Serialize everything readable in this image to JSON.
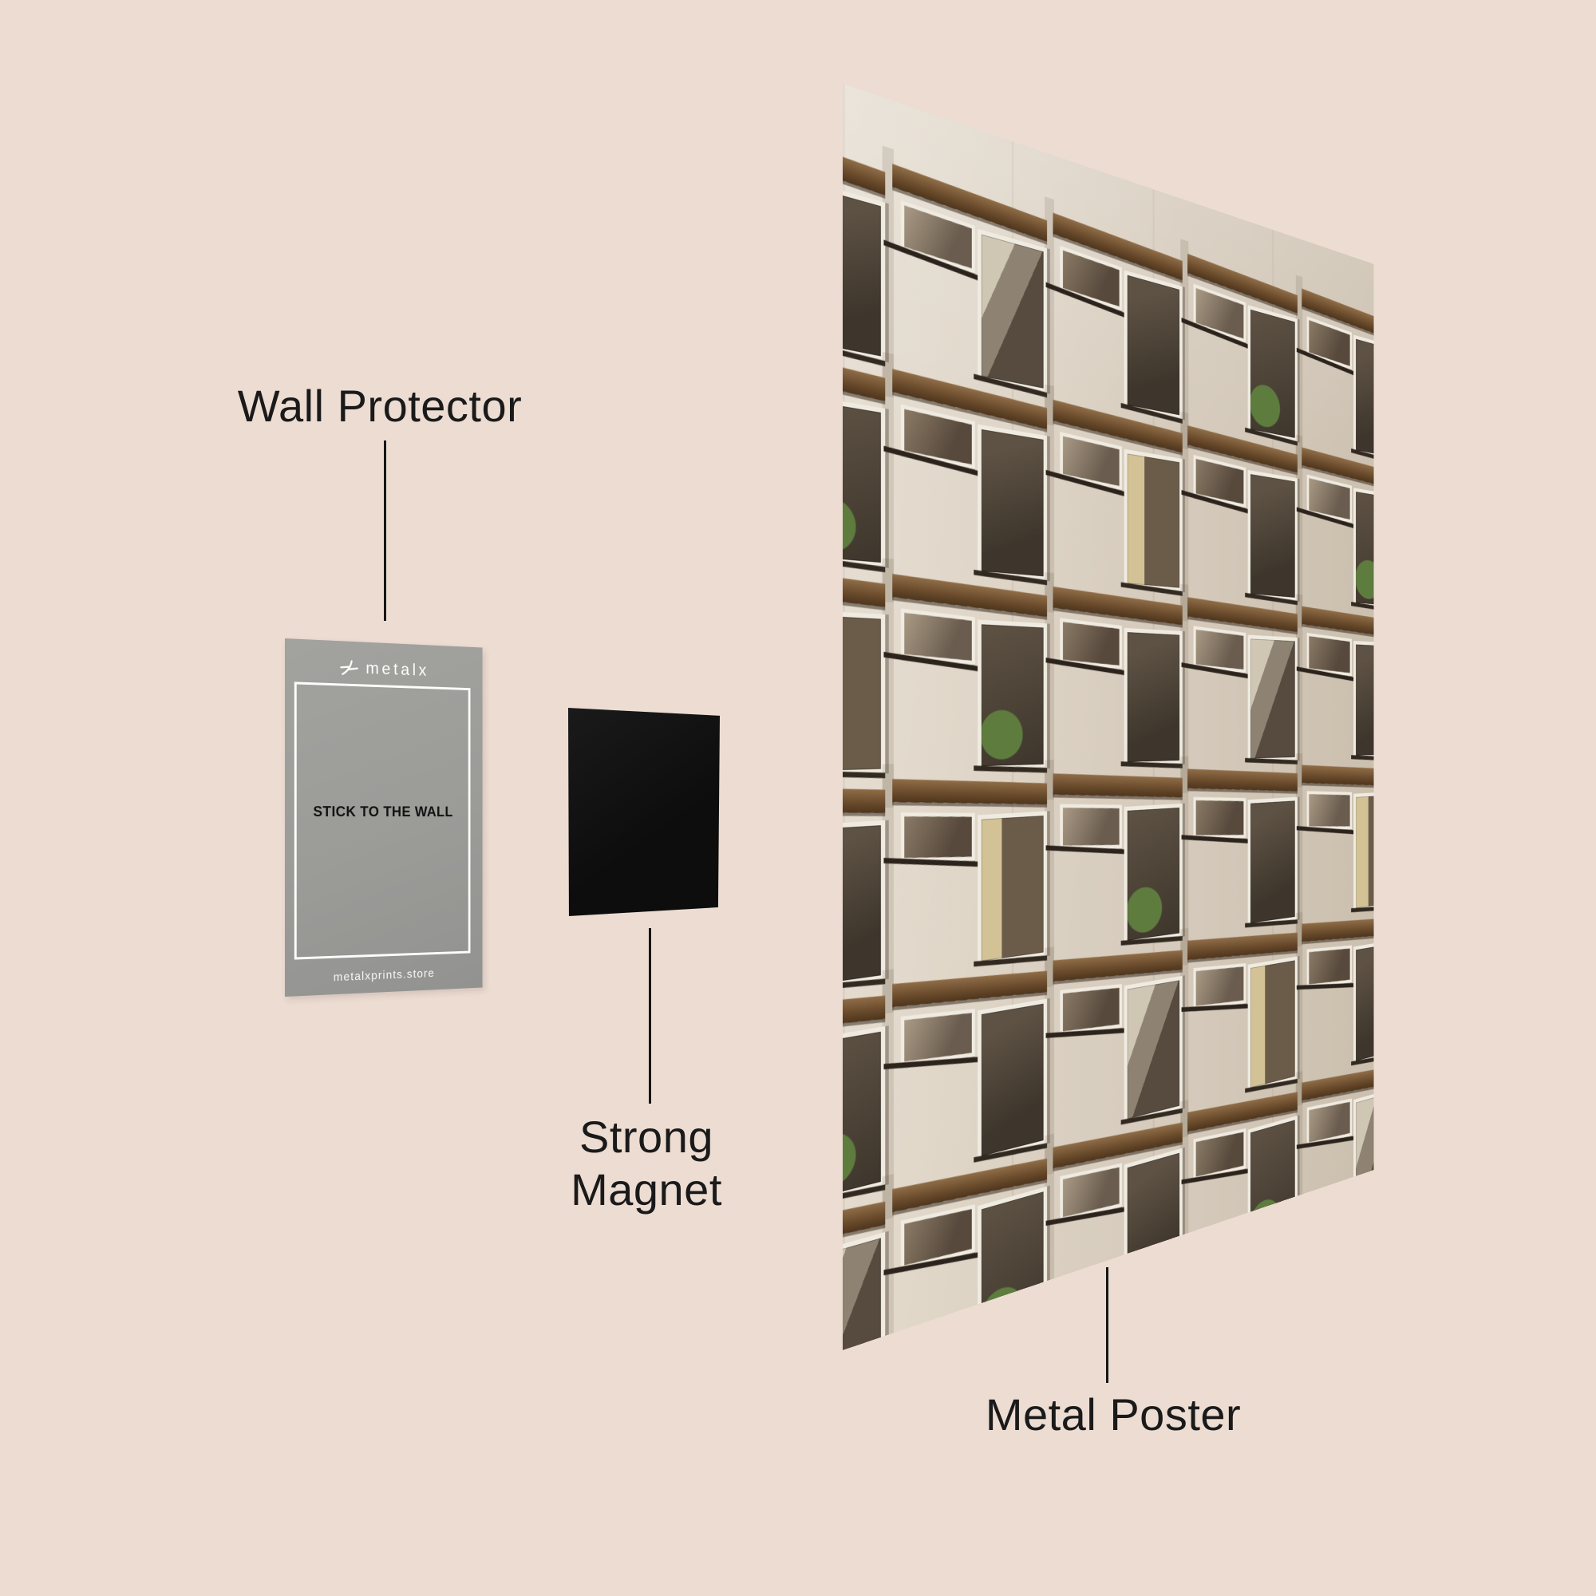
{
  "scene": {
    "type": "product-assembly-diagram",
    "background_color": "#ecdcd2"
  },
  "callouts": {
    "wall_protector": {
      "label": "Wall Protector"
    },
    "strong_magnet": {
      "label": "Strong Magnet"
    },
    "metal_poster": {
      "label": "Metal Poster"
    }
  },
  "wall_protector_card": {
    "brand": "metalx",
    "logo_icon": "metalx-logo-icon",
    "message": "STICK TO THE WALL",
    "website": "metalxprints.store"
  },
  "metal_poster": {
    "alt": "photo of a beige modernist building facade with staggered bay windows, brown wooden canopies and white window frames seen in perspective"
  },
  "colors": {
    "background": "#ecdcd2",
    "text": "#1a1a1a",
    "line": "#161616",
    "card_gray": "#9b9b98",
    "card_white": "#ffffff",
    "magnet_black": "#0d0d0d",
    "wall_light": "#e0d6c7",
    "wall_mid": "#d5cabb",
    "wall_dark": "#cbbfae",
    "canopy_brown": "#6b4c2c",
    "window_frame": "#f0ebe1",
    "glass_dark": "#3e362c"
  }
}
